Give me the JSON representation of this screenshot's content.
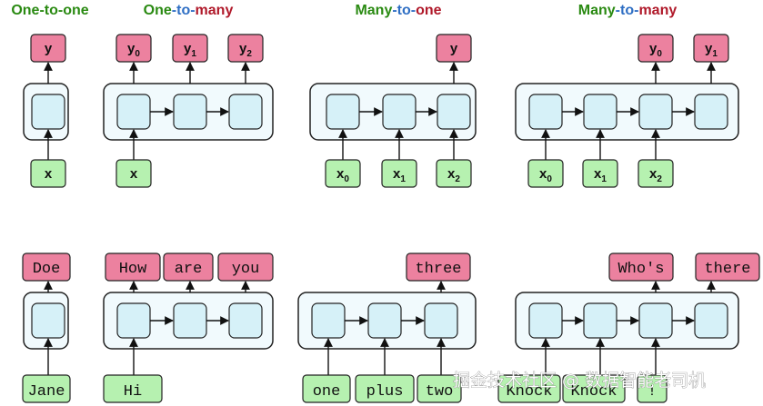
{
  "titles": [
    [
      {
        "t": "One-to-one",
        "c": "green"
      }
    ],
    [
      {
        "t": "One",
        "c": "green"
      },
      {
        "t": "-to-",
        "c": "blue"
      },
      {
        "t": "many",
        "c": "red"
      }
    ],
    [
      {
        "t": "Many",
        "c": "green"
      },
      {
        "t": "-to-",
        "c": "blue"
      },
      {
        "t": "one",
        "c": "red"
      }
    ],
    [
      {
        "t": "Many",
        "c": "green"
      },
      {
        "t": "-to-",
        "c": "blue"
      },
      {
        "t": "many",
        "c": "red"
      }
    ]
  ],
  "panels_top": [
    {
      "cells": 1,
      "inputs": [
        {
          "cell": 0,
          "base": "x",
          "sub": ""
        }
      ],
      "outputs": [
        {
          "cell": 0,
          "base": "y",
          "sub": ""
        }
      ]
    },
    {
      "cells": 3,
      "inputs": [
        {
          "cell": 0,
          "base": "x",
          "sub": ""
        }
      ],
      "outputs": [
        {
          "cell": 0,
          "base": "y",
          "sub": "0"
        },
        {
          "cell": 1,
          "base": "y",
          "sub": "1"
        },
        {
          "cell": 2,
          "base": "y",
          "sub": "2"
        }
      ]
    },
    {
      "cells": 3,
      "inputs": [
        {
          "cell": 0,
          "base": "x",
          "sub": "0"
        },
        {
          "cell": 1,
          "base": "x",
          "sub": "1"
        },
        {
          "cell": 2,
          "base": "x",
          "sub": "2"
        }
      ],
      "outputs": [
        {
          "cell": 2,
          "base": "y",
          "sub": ""
        }
      ]
    },
    {
      "cells": 4,
      "inputs": [
        {
          "cell": 0,
          "base": "x",
          "sub": "0"
        },
        {
          "cell": 1,
          "base": "x",
          "sub": "1"
        },
        {
          "cell": 2,
          "base": "x",
          "sub": "2"
        }
      ],
      "outputs": [
        {
          "cell": 2,
          "base": "y",
          "sub": "0"
        },
        {
          "cell": 3,
          "base": "y",
          "sub": "1"
        }
      ]
    }
  ],
  "panels_bottom": [
    {
      "cells": 1,
      "inputs": [
        {
          "cell": 0,
          "text": "Jane"
        }
      ],
      "outputs": [
        {
          "cell": 0,
          "text": "Doe"
        }
      ]
    },
    {
      "cells": 3,
      "inputs": [
        {
          "cell": 0,
          "text": "Hi"
        }
      ],
      "outputs": [
        {
          "cell": 0,
          "text": "How"
        },
        {
          "cell": 1,
          "text": "are"
        },
        {
          "cell": 2,
          "text": "you"
        }
      ]
    },
    {
      "cells": 3,
      "inputs": [
        {
          "cell": 0,
          "text": "one"
        },
        {
          "cell": 1,
          "text": "plus"
        },
        {
          "cell": 2,
          "text": "two"
        }
      ],
      "outputs": [
        {
          "cell": 2,
          "text": "three"
        }
      ]
    },
    {
      "cells": 4,
      "inputs": [
        {
          "cell": 0,
          "text": "Knock"
        },
        {
          "cell": 1,
          "text": "Knock"
        },
        {
          "cell": 2,
          "text": "!"
        }
      ],
      "outputs": [
        {
          "cell": 2,
          "text": "Who's"
        },
        {
          "cell": 3,
          "text": "there"
        }
      ]
    }
  ],
  "colors": {
    "green": "#2a8a12",
    "blue": "#2f6fc4",
    "red": "#b0192a",
    "output_box": "#ec819f",
    "input_box": "#b6f1b0",
    "cell": "#d6f1f8"
  },
  "watermark": "掘金技术社区 @ 数据智能老司机"
}
